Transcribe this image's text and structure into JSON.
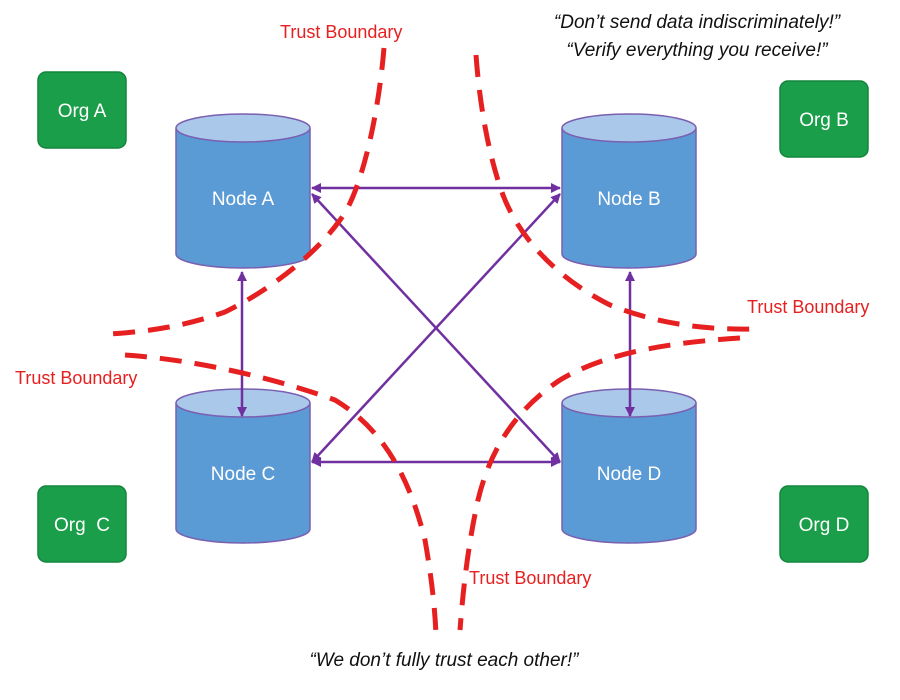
{
  "orgs": {
    "a": "Org A",
    "b": "Org B",
    "c": "Org  C",
    "d": "Org D"
  },
  "nodes": {
    "a": "Node A",
    "b": "Node B",
    "c": "Node C",
    "d": "Node D"
  },
  "trust_boundary_label": "Trust Boundary",
  "quotes": {
    "top_line1": "“Don’t send data indiscriminately!”",
    "top_line2": "“Verify everything you receive!”",
    "bottom": "“We don’t fully trust each other!”"
  },
  "colors": {
    "org_green": "#1a9e4a",
    "node_blue": "#5b9bd5",
    "node_top": "#a9c8ea",
    "node_stroke": "#7a5fb0",
    "arrow_purple": "#7030a0",
    "boundary_red": "#e62020"
  }
}
